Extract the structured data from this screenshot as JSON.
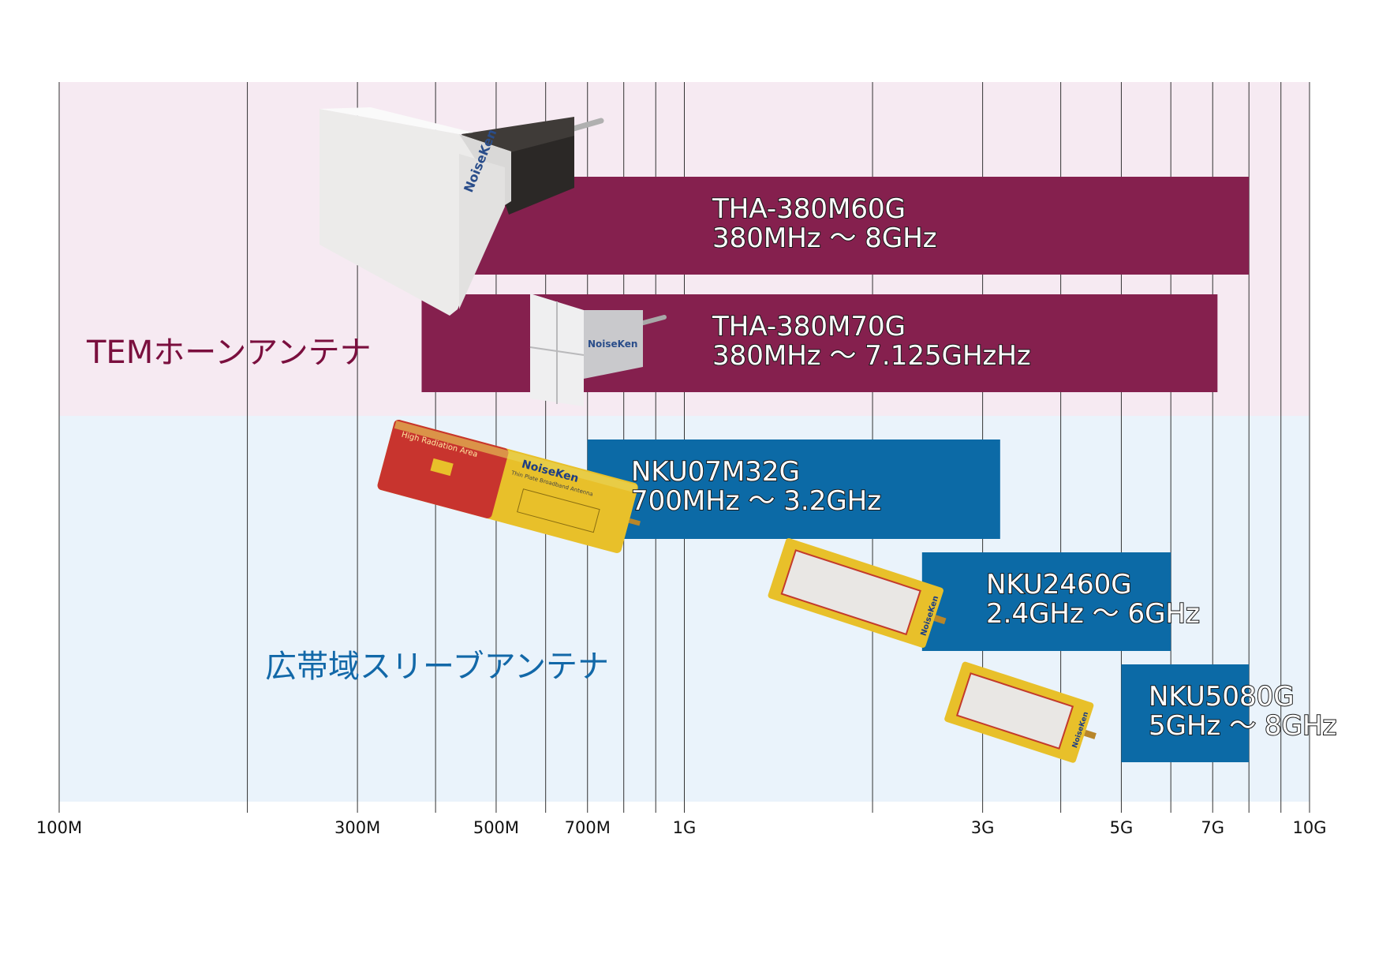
{
  "chart_data": {
    "type": "bar",
    "orientation": "horizontal-range",
    "x_scale": "log",
    "x_unit": "Hz",
    "xlim": [
      100000000,
      10000000000
    ],
    "grid": true,
    "tick_labels": [
      {
        "value": 100000000,
        "label": "100M"
      },
      {
        "value": 300000000,
        "label": "300M"
      },
      {
        "value": 500000000,
        "label": "500M"
      },
      {
        "value": 700000000,
        "label": "700M"
      },
      {
        "value": 1000000000,
        "label": "1G"
      },
      {
        "value": 3000000000,
        "label": "3G"
      },
      {
        "value": 5000000000,
        "label": "5G"
      },
      {
        "value": 7000000000,
        "label": "7G"
      },
      {
        "value": 10000000000,
        "label": "10G"
      }
    ],
    "gridlines": [
      100000000,
      200000000,
      300000000,
      400000000,
      500000000,
      600000000,
      700000000,
      800000000,
      900000000,
      1000000000,
      2000000000,
      3000000000,
      4000000000,
      5000000000,
      6000000000,
      7000000000,
      8000000000,
      9000000000,
      10000000000
    ],
    "groups": [
      {
        "label": "TEMホーンアンテナ",
        "color": "#7a0f3e",
        "background": "#f6eaf2"
      },
      {
        "label": "広帯域スリーブアンテナ",
        "color": "#1268a8",
        "background": "#eaf3fb"
      }
    ],
    "series": [
      {
        "group": 0,
        "model": "THA-380M60G",
        "range_label": "380MHz ～ 8GHz",
        "start": 380000000,
        "end": 8000000000,
        "color": "#85204e"
      },
      {
        "group": 0,
        "model": "THA-380M70G",
        "range_label": "380MHz ～ 7.125GHzHz",
        "start": 380000000,
        "end": 7125000000,
        "color": "#85204e"
      },
      {
        "group": 1,
        "model": "NKU07M32G",
        "range_label": "700MHz ～ 3.2GHz",
        "start": 700000000,
        "end": 3200000000,
        "color": "#0c6aa6"
      },
      {
        "group": 1,
        "model": "NKU2460G",
        "range_label": "2.4GHz ～ 6GHz",
        "start": 2400000000,
        "end": 6000000000,
        "color": "#0c6aa6"
      },
      {
        "group": 1,
        "model": "NKU5080G",
        "range_label": "5GHz ～ 8GHz",
        "start": 5000000000,
        "end": 8000000000,
        "color": "#0c6aa6"
      }
    ],
    "images": [
      {
        "name": "tem-horn-large-icon",
        "brand": "NoiseKen"
      },
      {
        "name": "tem-horn-small-icon",
        "brand": "NoiseKen"
      },
      {
        "name": "thin-plate-antenna-icon",
        "brand": "NoiseKen",
        "text": "High Radiation Area",
        "subtext": "Thin Plate Broadband Antenna"
      },
      {
        "name": "sleeve-antenna-mid-icon",
        "brand": "NoiseKen"
      },
      {
        "name": "sleeve-antenna-small-icon",
        "brand": "NoiseKen"
      }
    ]
  }
}
